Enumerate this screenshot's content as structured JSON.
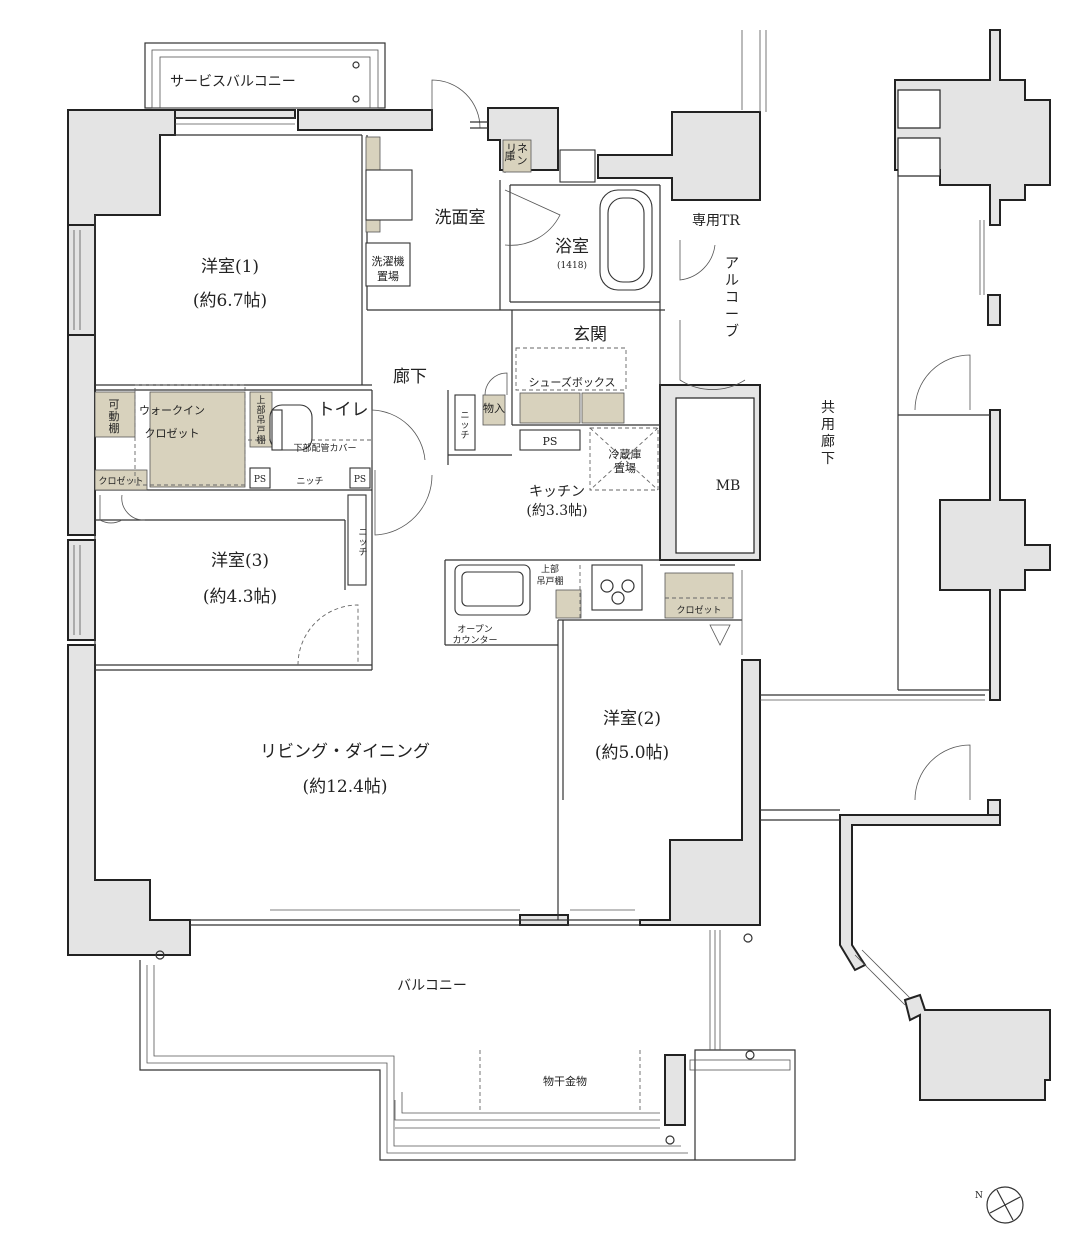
{
  "rooms": {
    "service_balcony": "サービスバルコニー",
    "western_room_1": {
      "name": "洋室(1)",
      "size": "(約6.7帖)"
    },
    "western_room_2": {
      "name": "洋室(2)",
      "size": "(約5.0帖)"
    },
    "western_room_3": {
      "name": "洋室(3)",
      "size": "(約4.3帖)"
    },
    "ldk": {
      "name": "リビング・ダイニング",
      "size": "(約12.4帖)"
    },
    "kitchen": {
      "name": "キッチン",
      "size": "(約3.3帖)"
    },
    "washroom": "洗面室",
    "bathroom": {
      "name": "浴室",
      "size": "(1418)"
    },
    "entrance": "玄関",
    "corridor": "廊下",
    "toilet": "トイレ",
    "balcony": "バルコニー",
    "common_corridor": [
      "共",
      "用",
      "廊",
      "下"
    ],
    "alcove": [
      "ア",
      "ル",
      "コ",
      "ー",
      "ブ"
    ],
    "private_tr": "専用TR",
    "mb": "MB"
  },
  "fixtures": {
    "linen": [
      "リネ",
      "ン",
      "庫"
    ],
    "washer": [
      "洗濯機",
      "置場"
    ],
    "shoe_box": "シューズボックス",
    "storage": "物入",
    "ps": "PS",
    "fridge": [
      "冷蔵庫",
      "置場"
    ],
    "walk_in": [
      "ウォークイン",
      "クロゼット"
    ],
    "movable_shelf": [
      "可",
      "動",
      "棚"
    ],
    "closet": "クロゼット",
    "niche": "ニッチ",
    "niche_v": [
      "ニ",
      "ッ",
      "チ"
    ],
    "upper_shelf_toilet": [
      "上",
      "部",
      "吊",
      "戸",
      "棚"
    ],
    "lower_pipe_cover": "下部配管カバー",
    "upper_shelf_kitchen": [
      "上部",
      "吊戸棚"
    ],
    "open_counter": [
      "オープン",
      "カウンター"
    ],
    "clothes_hanger": "物干金物"
  },
  "colors": {
    "wall": "#e4e4e4",
    "storage": "#d8d2bd",
    "line": "#222222"
  }
}
